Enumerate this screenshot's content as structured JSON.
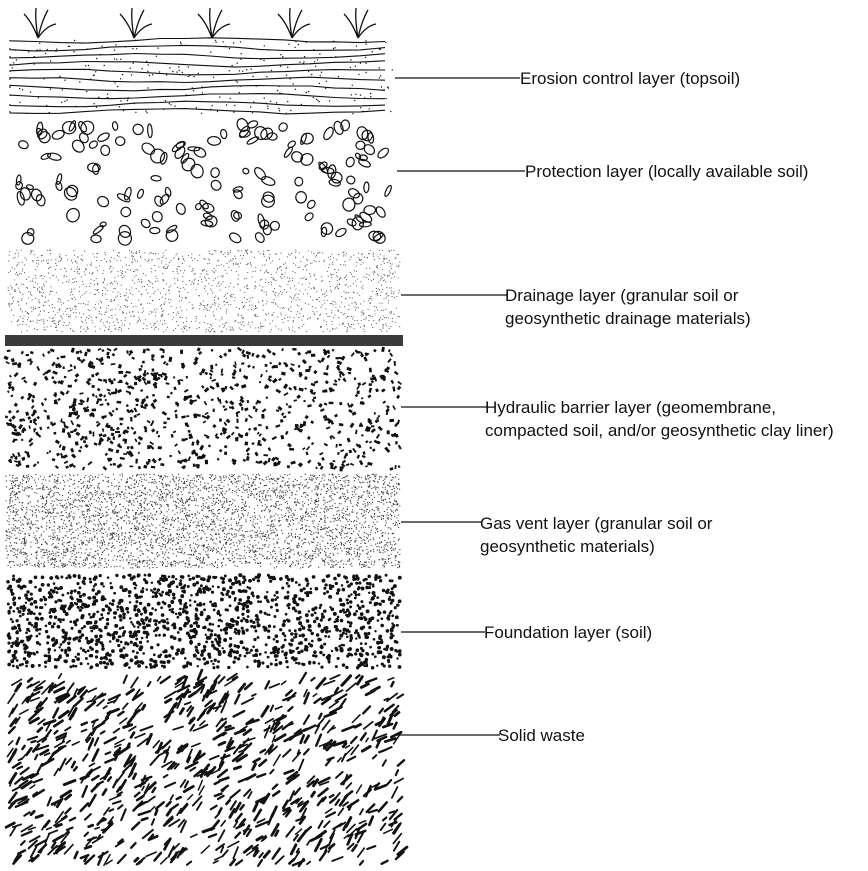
{
  "colors": {
    "ink": "#111111",
    "barrier_bar": "#3a3a3a",
    "background": "#ffffff"
  },
  "layers": [
    {
      "id": "erosion",
      "lines": [
        "Erosion control layer (topsoil)"
      ]
    },
    {
      "id": "protection",
      "lines": [
        "Protection layer (locally available soil)"
      ]
    },
    {
      "id": "drainage",
      "lines": [
        "Drainage layer (granular soil or",
        "geosynthetic drainage materials)"
      ]
    },
    {
      "id": "hydraulic",
      "lines": [
        "Hydraulic barrier layer (geomembrane,",
        "compacted soil, and/or geosynthetic clay liner)"
      ]
    },
    {
      "id": "gasvent",
      "lines": [
        "Gas vent layer (granular soil or",
        "geosynthetic materials)"
      ]
    },
    {
      "id": "foundation",
      "lines": [
        "Foundation layer (soil)"
      ]
    },
    {
      "id": "waste",
      "lines": [
        "Solid waste"
      ]
    }
  ]
}
